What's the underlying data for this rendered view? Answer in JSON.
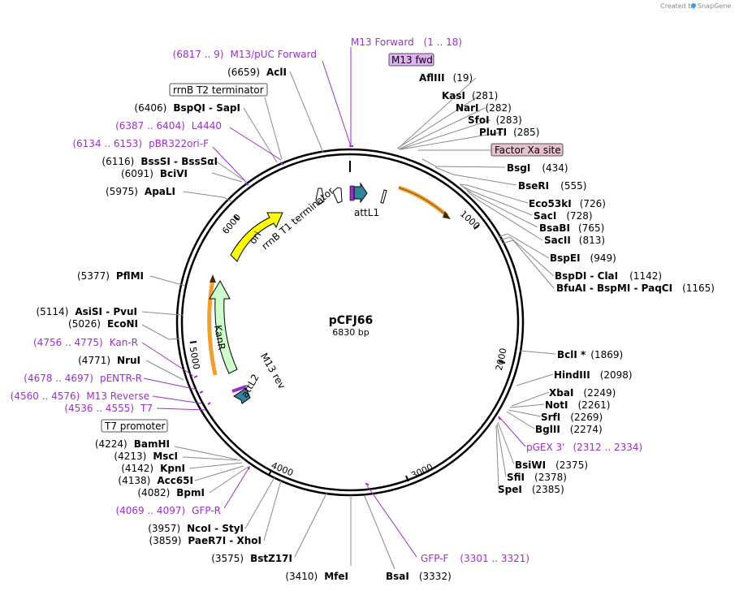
{
  "credit": {
    "created_by": "Created by",
    "brand": "SnapGene"
  },
  "plasmid": {
    "name": "pCFJ66",
    "length": "6830 bp"
  },
  "ticks": [
    "1000",
    "2000",
    "3000",
    "4000",
    "5000",
    "6000"
  ],
  "primer_top": {
    "name": "M13 Forward",
    "range": "(1 .. 18)"
  },
  "boxes": {
    "m13fwd": "M13 fwd",
    "factor_xa": "Factor Xa site",
    "rrnb_t2": "rrnB T2 terminator",
    "t7_promoter": "T7 promoter"
  },
  "features": {
    "ori": "ori",
    "kanr": "KanR",
    "rrnb_t1": "rrnB T1 terminator",
    "attl1": "attL1",
    "m13rev": "M13 rev",
    "attl2": "attL2"
  },
  "right_sites": [
    {
      "name": "AflIII",
      "pos": "(19)"
    },
    {
      "name": "KasI",
      "pos": "(281)"
    },
    {
      "name": "NarI",
      "pos": "(282)"
    },
    {
      "name": "SfoI",
      "pos": "(283)"
    },
    {
      "name": "PluTI",
      "pos": "(285)"
    },
    {
      "name": "BsgI",
      "pos": "(434)"
    },
    {
      "name": "BseRI",
      "pos": "(555)"
    },
    {
      "name": "Eco53kI",
      "pos": "(726)"
    },
    {
      "name": "SacI",
      "pos": "(728)"
    },
    {
      "name": "BsaBI",
      "pos": "(765)"
    },
    {
      "name": "SacII",
      "pos": "(813)"
    },
    {
      "name": "BspEI",
      "pos": "(949)"
    },
    {
      "name": "BspDI - ClaI",
      "pos": "(1142)"
    },
    {
      "name": "BfuAI - BspMI - PaqCI",
      "pos": "(1165)"
    },
    {
      "name": "BclI *",
      "pos": "(1869)"
    },
    {
      "name": "HindIII",
      "pos": "(2098)"
    },
    {
      "name": "XbaI",
      "pos": "(2249)"
    },
    {
      "name": "NotI",
      "pos": "(2261)"
    },
    {
      "name": "SrfI",
      "pos": "(2269)"
    },
    {
      "name": "BglII",
      "pos": "(2274)"
    },
    {
      "name": "BsiWI",
      "pos": "(2375)"
    },
    {
      "name": "SfiI",
      "pos": "(2378)"
    },
    {
      "name": "SpeI",
      "pos": "(2385)"
    },
    {
      "name": "BsaI",
      "pos": "(3332)"
    }
  ],
  "left_sites": [
    {
      "name": "AclI",
      "pos": "(6659)"
    },
    {
      "name": "BspQI - SapI",
      "pos": "(6406)"
    },
    {
      "name": "BssSI - BssSαI",
      "pos": "(6116)"
    },
    {
      "name": "BciVI",
      "pos": "(6091)"
    },
    {
      "name": "ApaLI",
      "pos": "(5975)"
    },
    {
      "name": "PflMI",
      "pos": "(5377)"
    },
    {
      "name": "AsiSI - PvuI",
      "pos": "(5114)"
    },
    {
      "name": "EcoNI",
      "pos": "(5026)"
    },
    {
      "name": "NruI",
      "pos": "(4771)"
    },
    {
      "name": "BamHI",
      "pos": "(4224)"
    },
    {
      "name": "MscI",
      "pos": "(4213)"
    },
    {
      "name": "KpnI",
      "pos": "(4142)"
    },
    {
      "name": "Acc65I",
      "pos": "(4138)"
    },
    {
      "name": "BpmI",
      "pos": "(4082)"
    },
    {
      "name": "NcoI - StyI",
      "pos": "(3957)"
    },
    {
      "name": "PaeR7I - XhoI",
      "pos": "(3859)"
    },
    {
      "name": "BstZ17I",
      "pos": "(3575)"
    },
    {
      "name": "MfeI",
      "pos": "(3410)"
    }
  ],
  "primers_left": [
    {
      "name": "M13/pUC Forward",
      "range": "(6817 .. 9)"
    },
    {
      "name": "L4440",
      "range": "(6387 .. 6404)"
    },
    {
      "name": "pBR322ori-F",
      "range": "(6134 .. 6153)"
    },
    {
      "name": "Kan-R",
      "range": "(4756 .. 4775)"
    },
    {
      "name": "pENTR-R",
      "range": "(4678 .. 4697)"
    },
    {
      "name": "M13 Reverse",
      "range": "(4560 .. 4576)"
    },
    {
      "name": "T7",
      "range": "(4536 .. 4555)"
    },
    {
      "name": "GFP-R",
      "range": "(4069 .. 4097)"
    }
  ],
  "primers_right": [
    {
      "name": "pGEX 3'",
      "range": "(2312 .. 2334)"
    },
    {
      "name": "GFP-F",
      "range": "(3301 .. 3321)"
    }
  ],
  "colors": {
    "ori": "#ffff00",
    "kanr": "#ccffcc",
    "attl": "#31849b",
    "primer": "#9b30c8",
    "orf": "#f0a030",
    "factor_xa_box": "#e8bfcf",
    "m13fwd_box": "#dfb3f2"
  }
}
